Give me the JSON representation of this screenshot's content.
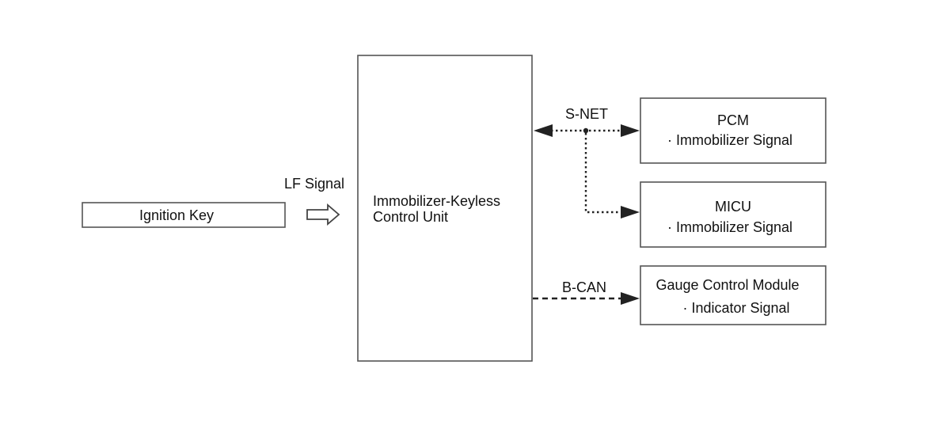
{
  "ignition_key": {
    "label": "Ignition Key"
  },
  "lf_signal": {
    "label": "LF Signal"
  },
  "control_unit": {
    "line1": "Immobilizer-Keyless",
    "line2": "Control Unit"
  },
  "s_net": {
    "label": "S-NET"
  },
  "b_can": {
    "label": "B-CAN"
  },
  "pcm": {
    "title": "PCM",
    "detail": "· Immobilizer Signal"
  },
  "micu": {
    "title": "MICU",
    "detail": "· Immobilizer Signal"
  },
  "gauge": {
    "title": "Gauge Control Module",
    "detail": "· Indicator Signal"
  }
}
